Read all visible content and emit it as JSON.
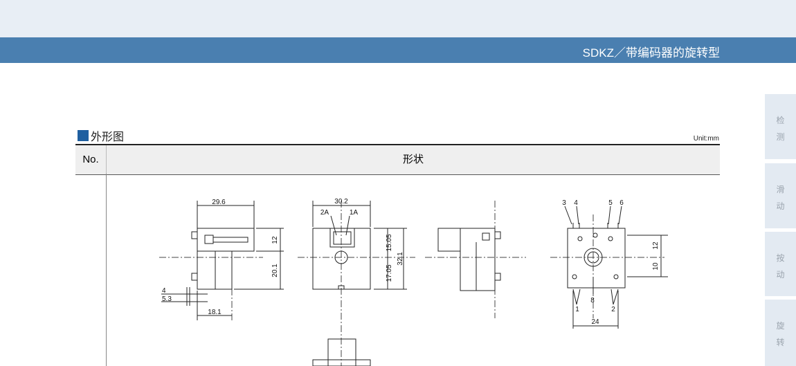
{
  "header": {
    "title": "SDKZ／带编码器的旋转型"
  },
  "side_tabs": [
    [
      "检",
      "测"
    ],
    [
      "滑",
      "动"
    ],
    [
      "按",
      "动"
    ],
    [
      "旋",
      "转"
    ]
  ],
  "section": {
    "heading": "外形图",
    "unit": "Unit:mm"
  },
  "table": {
    "col_no": "No.",
    "col_shape": "形状"
  },
  "drawing": {
    "side_view": {
      "width": "29.6",
      "upper": "12",
      "lower": "20.1",
      "pin_a": "4",
      "pin_b": "5.3",
      "depth": "18.1"
    },
    "front_view": {
      "width": "30.2",
      "term_left": "2A",
      "term_right": "1A",
      "upper": "15.05",
      "lower": "17.05",
      "height": "32.1"
    },
    "rear_view": {
      "pins_top": [
        "3",
        "4",
        "5",
        "6"
      ],
      "pin_left": "1",
      "pin_center": "8",
      "pin_right": "2",
      "upper": "12",
      "lower": "10",
      "pitch": "24"
    }
  }
}
